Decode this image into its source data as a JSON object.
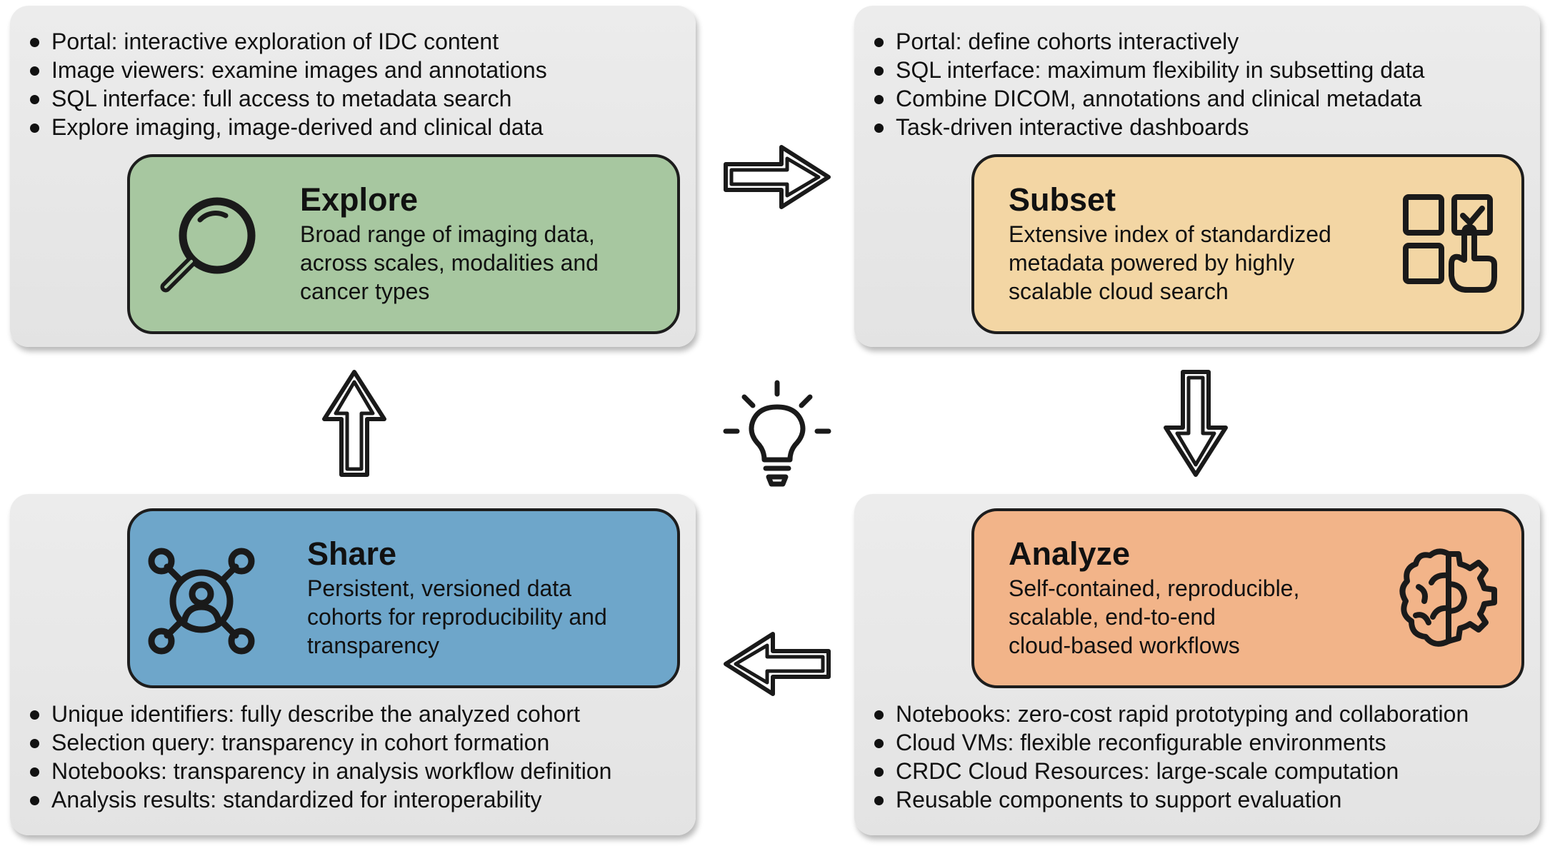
{
  "explore": {
    "bullets": [
      "Portal: interactive exploration of IDC content",
      "Image viewers: examine images and annotations",
      "SQL interface: full access to metadata search",
      "Explore imaging, image-derived and clinical data"
    ],
    "title": "Explore",
    "description": [
      "Broad range of imaging data,",
      "across scales, modalities and",
      "cancer types"
    ],
    "icon": "magnifier-icon",
    "color": "#a7c7a0"
  },
  "subset": {
    "bullets": [
      "Portal: define cohorts interactively",
      "SQL interface: maximum flexibility in subsetting data",
      "Combine DICOM, annotations and clinical metadata",
      "Task-driven interactive dashboards"
    ],
    "title": "Subset",
    "description": [
      "Extensive index of standardized",
      "metadata powered by highly",
      "scalable cloud search"
    ],
    "icon": "grid-select-icon",
    "color": "#f3d6a4"
  },
  "share": {
    "title": "Share",
    "description": [
      "Persistent, versioned data",
      "cohorts for reproducibility and",
      "transparency"
    ],
    "bullets": [
      "Unique identifiers: fully describe the analyzed cohort",
      "Selection query: transparency in cohort formation",
      "Notebooks: transparency in analysis workflow definition",
      "Analysis results: standardized for interoperability"
    ],
    "icon": "network-user-icon",
    "color": "#6ea6ca"
  },
  "analyze": {
    "title": "Analyze",
    "description": [
      "Self-contained, reproducible,",
      "scalable, end-to-end",
      "cloud-based workflows"
    ],
    "bullets": [
      "Notebooks: zero-cost rapid prototyping and collaboration",
      "Cloud VMs: flexible reconfigurable environments",
      "CRDC Cloud Resources: large-scale computation",
      "Reusable components to support evaluation"
    ],
    "icon": "brain-gear-icon",
    "color": "#f2b489"
  },
  "center_icon": "lightbulb-icon",
  "arrows": [
    "arrow-right-icon",
    "arrow-down-icon",
    "arrow-left-icon",
    "arrow-up-icon"
  ]
}
